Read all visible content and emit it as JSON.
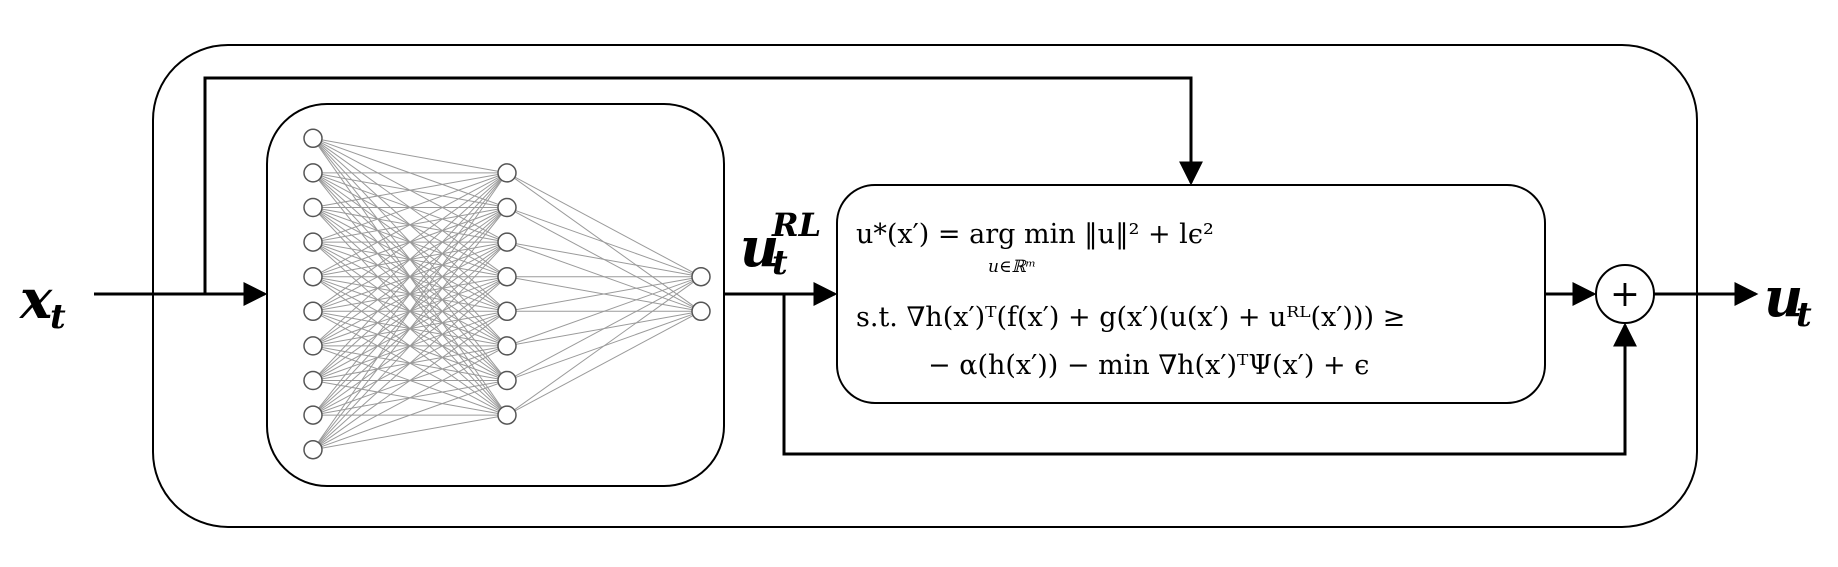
{
  "labels": {
    "input": "x",
    "input_sub": "t",
    "rl": "u",
    "rl_sub": "t",
    "rl_sup": "RL",
    "output": "u",
    "output_sub": "t",
    "sum_symbol": "+"
  },
  "qp": {
    "line1": "u*(x′) = arg min ‖u‖² + lϵ²",
    "line1_sub": "u∈ℝᵐ",
    "line2": "s.t.  ∇h(x′)ᵀ(f(x′) + g(x′)(u(x′) + uᴿᴸ(x′))) ≥",
    "line3": "− α(h(x′)) − min ∇h(x′)ᵀΨ(x′) + ϵ"
  },
  "network": {
    "layers": [
      10,
      8,
      2
    ]
  }
}
